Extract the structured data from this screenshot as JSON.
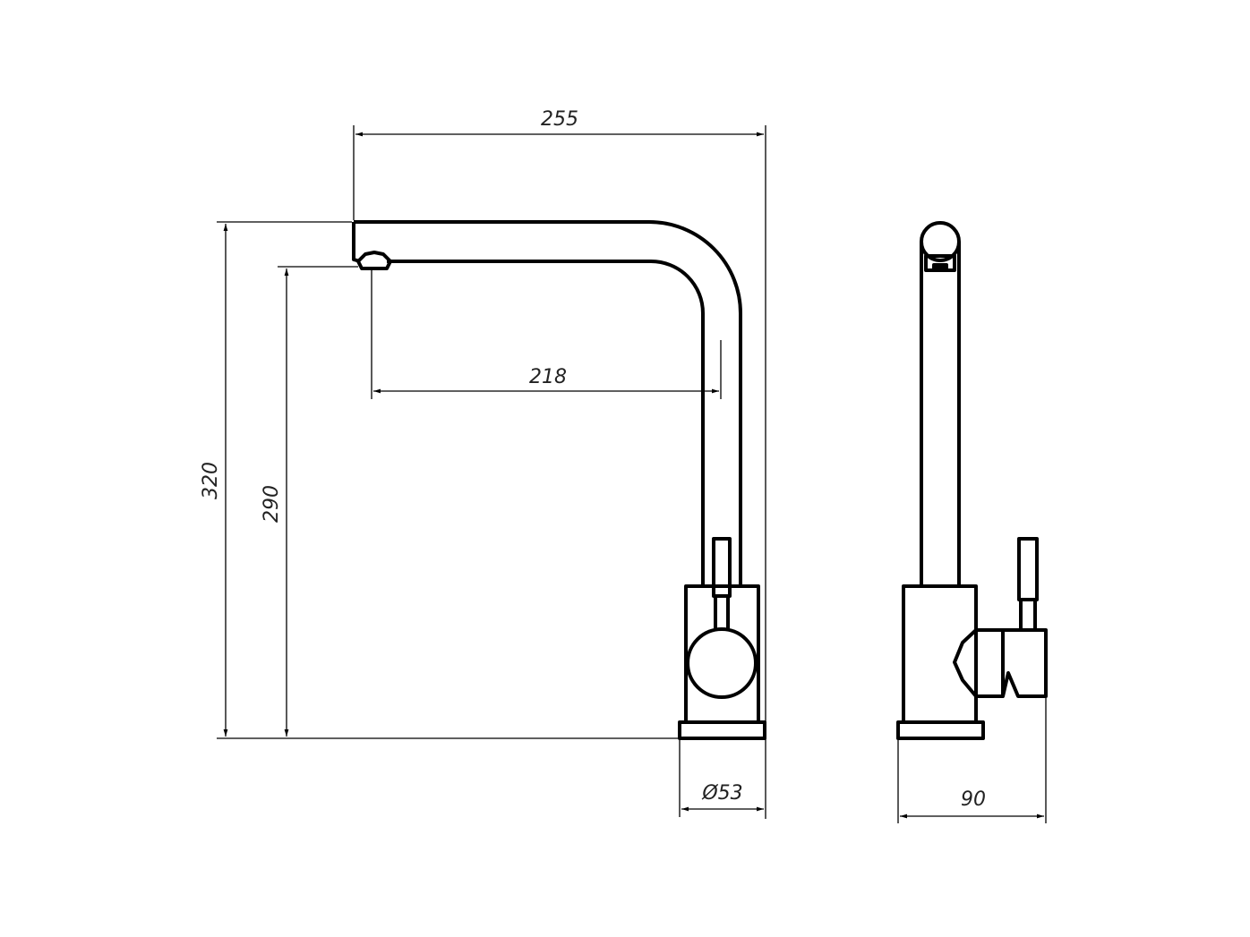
{
  "drawing": {
    "title": "Kitchen faucet technical drawing",
    "views": [
      "front-view",
      "side-view"
    ],
    "units": "mm",
    "colors": {
      "line": "#000000",
      "background": "#ffffff",
      "text": "#222222"
    }
  },
  "dimensions": {
    "overall_width": "255",
    "spout_reach": "218",
    "overall_height": "320",
    "spout_height": "290",
    "base_diameter": "Ø53",
    "side_depth": "90"
  }
}
